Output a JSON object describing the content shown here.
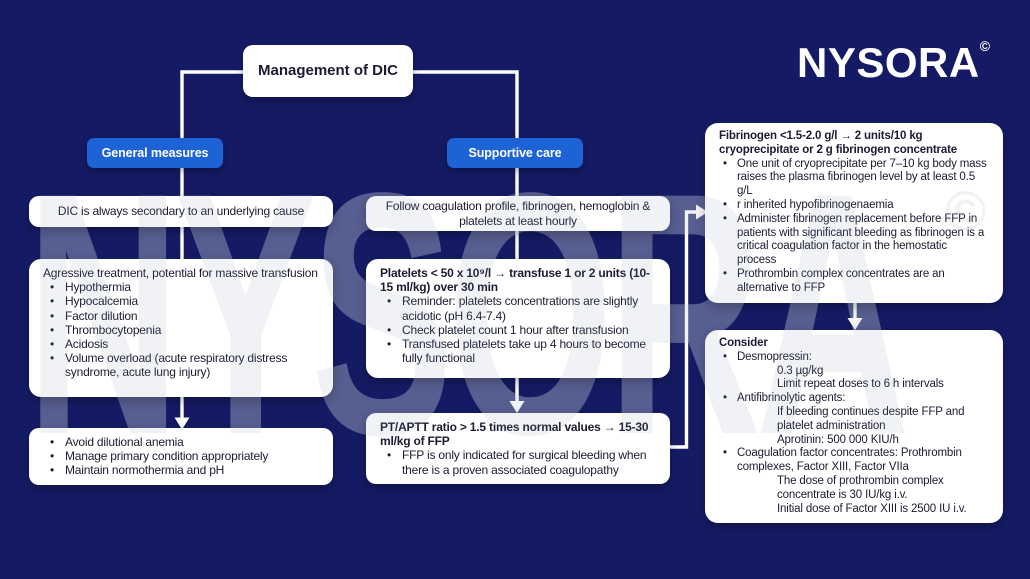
{
  "page": {
    "background_color": "#141b64",
    "accent_color": "#1e63d6",
    "box_text_color": "#1b1b33",
    "connector_color": "#ffffff"
  },
  "logo": {
    "text": "NYSORA",
    "mark": "©"
  },
  "watermark": {
    "text": "NYSORA",
    "mark": "©"
  },
  "title": {
    "label": "Management of DIC"
  },
  "branches": {
    "general": {
      "label": "General measures"
    },
    "supportive": {
      "label": "Supportive care"
    }
  },
  "left": {
    "secondary": {
      "text": "DIC is always secondary to an underlying cause"
    },
    "aggressive": {
      "title": "Agressive treatment, potential for massive transfusion",
      "bullets": [
        "Hypothermia",
        "Hypocalcemia",
        "Factor dilution",
        "Thrombocytopenia",
        "Acidosis",
        "Volume overload (acute respiratory distress syndrome, acute lung injury)"
      ]
    },
    "maintain": {
      "bullets": [
        "Avoid dilutional anemia",
        "Manage primary condition appropriately",
        "Maintain normothermia and pH"
      ]
    }
  },
  "center": {
    "follow": {
      "text": "Follow coagulation profile, fibrinogen, hemoglobin & platelets at least hourly"
    },
    "platelets": {
      "title": "Platelets < 50 x 10⁹/l → transfuse 1 or 2 units (10-15 ml/kg) over 30 min",
      "bullets": [
        "Reminder: platelets concentrations are slightly acidotic (pH 6.4-7.4)",
        "Check platelet count 1 hour after transfusion",
        "Transfused platelets take up 4 hours to become fully functional"
      ]
    },
    "ffp": {
      "title": "PT/APTT ratio > 1.5 times normal values → 15-30 ml/kg of FFP",
      "bullets": [
        "FFP is only indicated for surgical bleeding when there is a proven associated coagulopathy"
      ]
    }
  },
  "right": {
    "fibrinogen": {
      "title": "Fibrinogen <1.5-2.0 g/l → 2 units/10 kg cryoprecipitate or 2 g fibrinogen concentrate",
      "bullets": [
        "One unit of cryoprecipitate per 7–10 kg body mass raises the plasma fibrinogen level by at least 0.5 g/L",
        "r inherited hypofibrinogenaemia",
        "Administer fibrinogen replacement before FFP in patients with significant bleeding as fibrinogen is a critical coagulation factor in the hemostatic process",
        "Prothrombin complex concentrates are an alternative to FFP"
      ]
    },
    "consider": {
      "title": "Consider",
      "items": [
        {
          "level": "bullet",
          "text": "Desmopressin:"
        },
        {
          "level": "sub",
          "text": "0.3 µg/kg"
        },
        {
          "level": "sub",
          "text": "Limit repeat doses to 6 h intervals"
        },
        {
          "level": "bullet",
          "text": "Antifibrinolytic agents:"
        },
        {
          "level": "sub",
          "text": "If bleeding continues despite FFP and platelet administration"
        },
        {
          "level": "sub",
          "text": "Aprotinin: 500 000 KIU/h"
        },
        {
          "level": "bullet",
          "text": "Coagulation factor concentrates: Prothrombin complexes, Factor XIII, Factor VIIa"
        },
        {
          "level": "sub",
          "text": "The dose of prothrombin complex concentrate is 30 IU/kg i.v."
        },
        {
          "level": "sub",
          "text": "Initial dose of Factor XIII is 2500 IU i.v."
        }
      ]
    }
  }
}
